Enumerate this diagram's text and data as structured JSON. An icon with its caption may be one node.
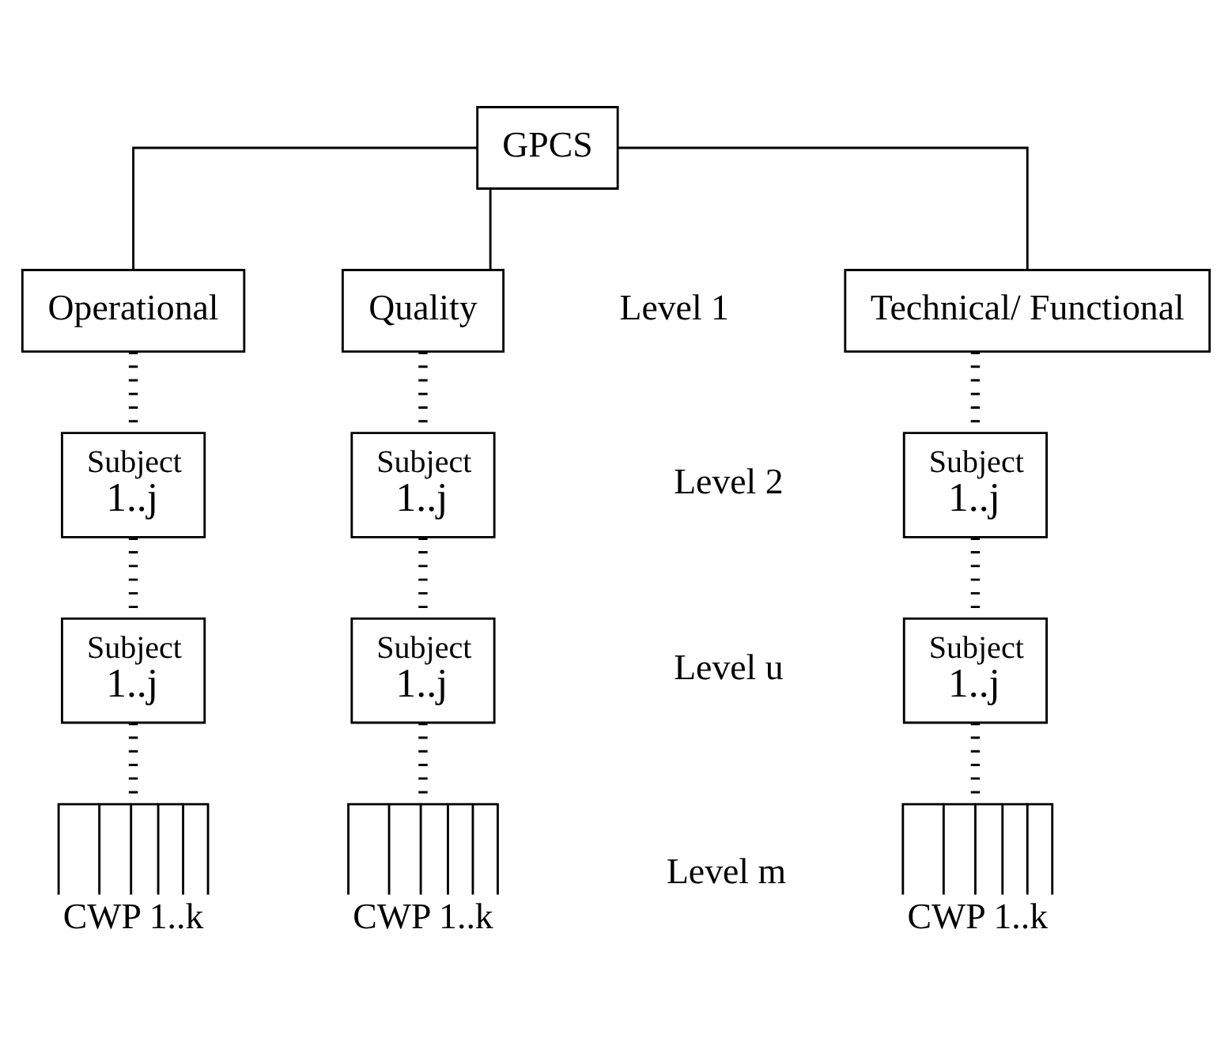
{
  "diagram": {
    "nodes": [
      {
        "text": [
          "GPCS"
        ]
      },
      {
        "text": [
          "Technical/ Functional"
        ]
      },
      {
        "text": [
          "Operational"
        ]
      },
      {
        "text": [
          "Quality"
        ]
      },
      {
        "text": [
          "Subject",
          "1..j"
        ]
      },
      {
        "text": [
          "Subject",
          "1..j"
        ]
      },
      {
        "text": [
          "Subject",
          "1..j"
        ]
      },
      {
        "text": [
          "Subject",
          "1..j"
        ]
      },
      {
        "text": [
          "Subject",
          "1..j"
        ]
      },
      {
        "text": [
          "Subject",
          "1..j"
        ]
      },
      {
        "text": [
          "CWP 1..k"
        ]
      },
      {
        "text": [
          "CWP 1..k"
        ]
      },
      {
        "text": [
          "CWP 1..k"
        ]
      }
    ],
    "edges": [
      {
        "from": 0,
        "to": 1,
        "arrow": "none"
      },
      {
        "from": 0,
        "to": 2,
        "arrow": "none"
      },
      {
        "from": 0,
        "to": 3,
        "arrow": "none"
      },
      {
        "from": 1,
        "to": 4,
        "arrow": "none",
        "style": "dashed"
      },
      {
        "from": 2,
        "to": 5,
        "arrow": "none",
        "style": "dashed"
      },
      {
        "from": 3,
        "to": 6,
        "arrow": "none",
        "style": "dashed"
      },
      {
        "from": 4,
        "to": 7,
        "arrow": "none",
        "style": "dashed"
      },
      {
        "from": 5,
        "to": 8,
        "arrow": "none",
        "style": "dashed"
      },
      {
        "from": 6,
        "to": 9,
        "arrow": "none",
        "style": "dashed"
      },
      {
        "from": 7,
        "to": 10,
        "arrow": "none",
        "style": "dashed"
      },
      {
        "from": 8,
        "to": 11,
        "arrow": "none",
        "style": "dashed"
      },
      {
        "from": 9,
        "to": 12,
        "arrow": "none",
        "style": "dashed"
      }
    ],
    "labels": [
      "Level 1",
      "Level 2",
      "Level u",
      "Level m"
    ]
  }
}
